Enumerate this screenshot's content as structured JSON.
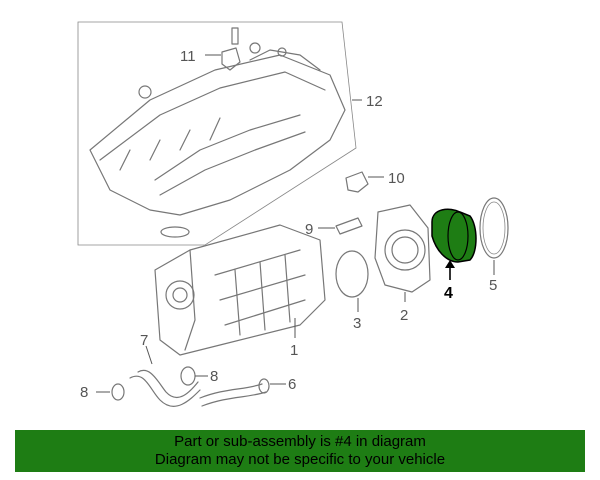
{
  "callouts": {
    "c1": "1",
    "c2": "2",
    "c3": "3",
    "c4": "4",
    "c5": "5",
    "c6": "6",
    "c7": "7",
    "c8a": "8",
    "c8b": "8",
    "c9": "9",
    "c10": "10",
    "c11": "11",
    "c12": "12"
  },
  "highlight_color": "#1e7d14",
  "banner": {
    "line1": "Part or sub-assembly is #4 in diagram",
    "line2": "Diagram may not be specific to your vehicle"
  }
}
